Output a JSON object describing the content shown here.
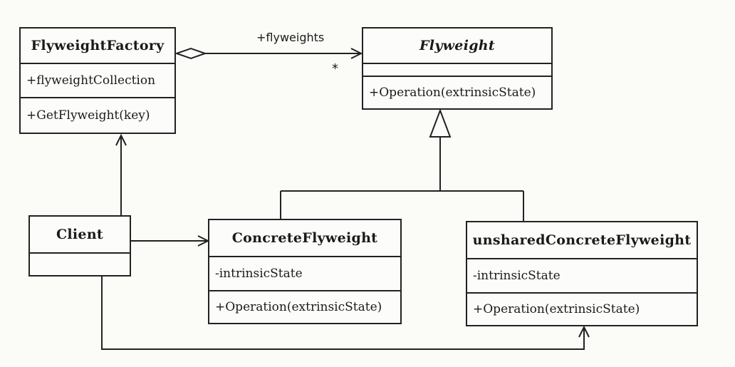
{
  "classes": {
    "factory": {
      "name": "FlyweightFactory",
      "attribute": "+flyweightCollection",
      "operation": "+GetFlyweight(key)"
    },
    "flyweight": {
      "name": "Flyweight",
      "attribute": "",
      "operation": "+Operation(extrinsicState)"
    },
    "client": {
      "name": "Client",
      "attribute": ""
    },
    "concrete": {
      "name": "ConcreteFlyweight",
      "attribute": "-intrinsicState",
      "operation": "+Operation(extrinsicState)"
    },
    "unshared": {
      "name": "unsharedConcreteFlyweight",
      "attribute": "-intrinsicState",
      "operation": "+Operation(extrinsicState)"
    }
  },
  "association": {
    "role": "+flyweights",
    "multiplicity": "*"
  },
  "colors": {
    "line": "#222222",
    "background": "#fbfbf8"
  }
}
